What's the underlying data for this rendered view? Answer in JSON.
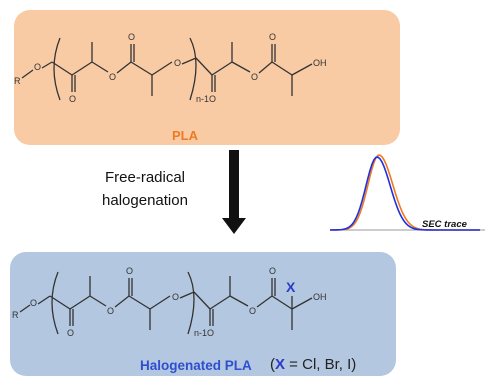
{
  "top_panel": {
    "structure": {
      "end_group": "R",
      "atoms": [
        "O",
        "O",
        "O",
        "O",
        "O",
        "O",
        "O",
        "OH"
      ],
      "repeat_subscript": "n-1"
    },
    "caption": "PLA"
  },
  "reaction": {
    "line1": "Free-radical",
    "line2": "halogenation"
  },
  "sec": {
    "label": "SEC trace",
    "colors": [
      "#f07820",
      "#2030e0"
    ]
  },
  "bottom_panel": {
    "structure": {
      "end_group": "R",
      "atoms": [
        "O",
        "O",
        "O",
        "O",
        "O",
        "O",
        "O",
        "OH"
      ],
      "repeat_subscript": "n-1",
      "substituent": "X"
    },
    "caption": "Halogenated PLA",
    "halides": {
      "open": "(",
      "x": "X",
      "rest": " = Cl, Br, I)"
    }
  },
  "colors": {
    "top_panel": "#f8cba5",
    "bottom_panel": "#b4c7e0",
    "pla_label": "#ee7a25",
    "hpla_label": "#2e4fd0"
  }
}
